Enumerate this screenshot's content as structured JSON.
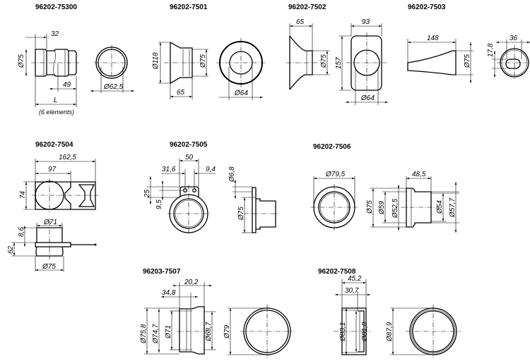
{
  "parts": [
    {
      "title": "96202-75300",
      "dims": [
        "32",
        "Ø75",
        "49",
        "L",
        "(6 elements)",
        "Ø62,5"
      ]
    },
    {
      "title": "96202-7501",
      "dims": [
        "Ø118",
        "Ø75",
        "65",
        "Ø64"
      ]
    },
    {
      "title": "96202-7502",
      "dims": [
        "65",
        "Ø75",
        "93",
        "157",
        "Ø64"
      ]
    },
    {
      "title": "96202-7503",
      "dims": [
        "148",
        "Ø75",
        "36",
        "17,8"
      ]
    },
    {
      "title": "96202-7504",
      "dims": [
        "162,5",
        "97",
        "74",
        "Ø71",
        "8,6",
        "62",
        "Ø75"
      ]
    },
    {
      "title": "96202-7505",
      "dims": [
        "50",
        "31,6",
        "9,4",
        "25",
        "9,5",
        "Ø6,8",
        "Ø75"
      ]
    },
    {
      "title": "96202-7506",
      "dims": [
        "Ø79,5",
        "48,5",
        "Ø75",
        "Ø59",
        "Ø52,5",
        "Ø54",
        "Ø57,7"
      ]
    },
    {
      "title": "96203-7507",
      "dims": [
        "20,2",
        "34,8",
        "Ø75,8",
        "Ø74,7",
        "Ø71",
        "Ø68,7",
        "Ø79"
      ]
    },
    {
      "title": "96202-7508",
      "dims": [
        "45,2",
        "30,7",
        "Ø83,1",
        "Ø81,8",
        "Ø87,9"
      ]
    }
  ]
}
